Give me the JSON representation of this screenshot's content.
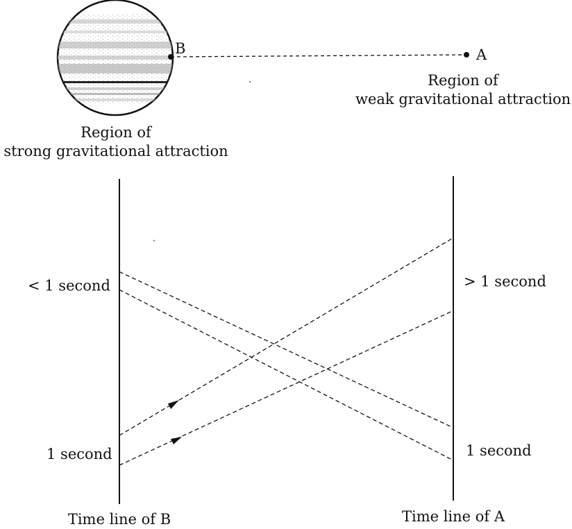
{
  "point_b_label": "B",
  "point_a_label": "A",
  "strong_region": {
    "line1": "Region of",
    "line2": "strong gravitational attraction"
  },
  "weak_region": {
    "line1": "Region of",
    "line2": "weak gravitational attraction"
  },
  "timeline_b": {
    "label": "Time line of B",
    "upper_mark": "< 1 second",
    "lower_mark": "1 second"
  },
  "timeline_a": {
    "label": "Time line of A",
    "upper_mark": "> 1 second",
    "lower_mark": "1 second"
  },
  "colors": {
    "ink": "#111111",
    "planet_shading": "#9a9a9a"
  }
}
